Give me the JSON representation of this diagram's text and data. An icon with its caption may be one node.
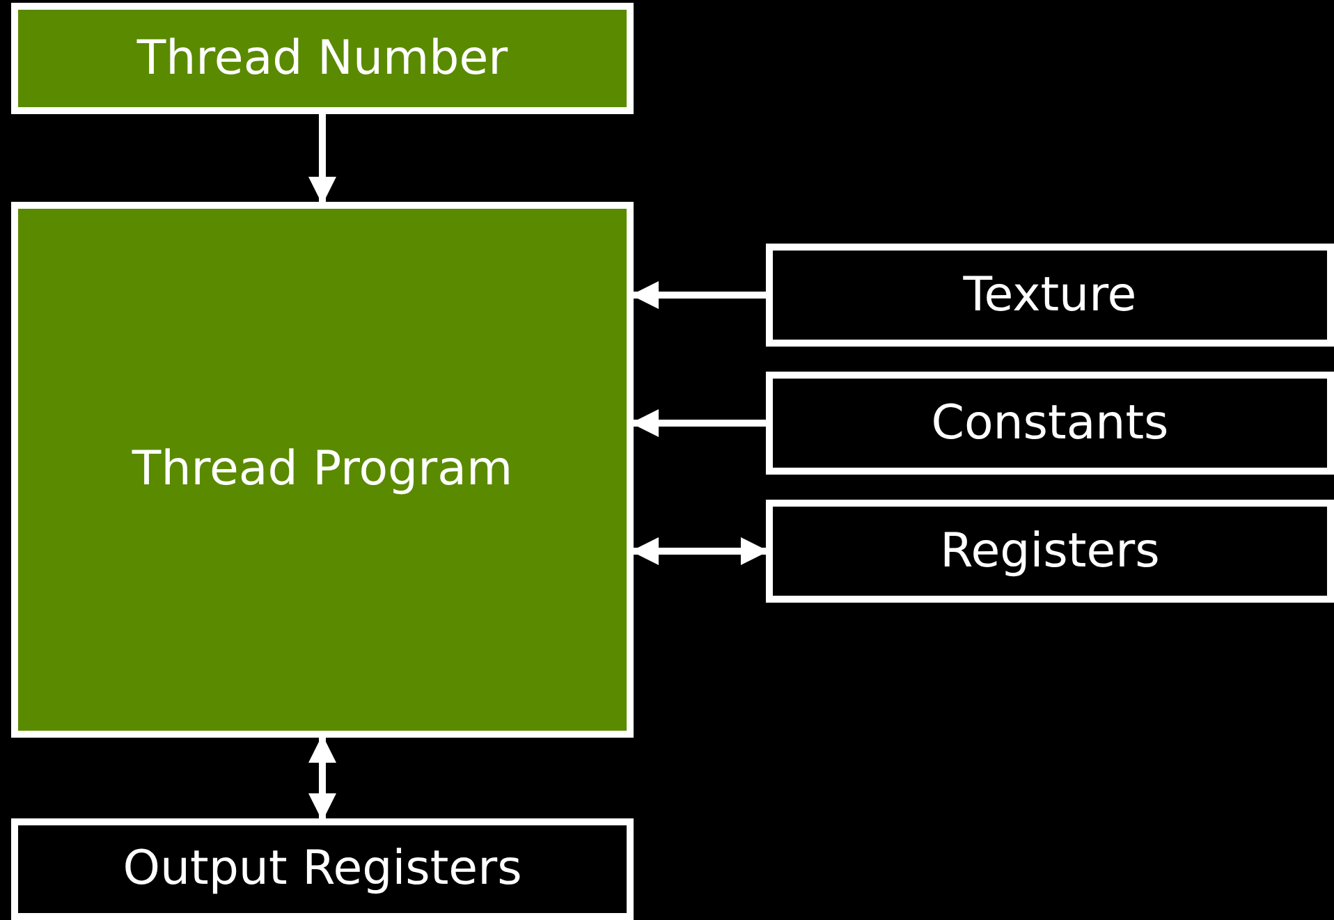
{
  "diagram": {
    "nodes": [
      {
        "text": [
          "Thread Number"
        ]
      },
      {
        "text": [
          "Thread Program"
        ]
      },
      {
        "text": [
          "Texture"
        ]
      },
      {
        "text": [
          "Constants"
        ]
      },
      {
        "text": [
          "Registers"
        ]
      },
      {
        "text": [
          "Output Registers"
        ]
      }
    ],
    "edges": [
      {
        "from": 0,
        "to": 1,
        "arrow": "to"
      },
      {
        "from": 2,
        "to": 1,
        "arrow": "to"
      },
      {
        "from": 3,
        "to": 1,
        "arrow": "to"
      },
      {
        "from": 4,
        "to": 1,
        "arrow": "both"
      },
      {
        "from": 1,
        "to": 5,
        "arrow": "both"
      }
    ]
  }
}
